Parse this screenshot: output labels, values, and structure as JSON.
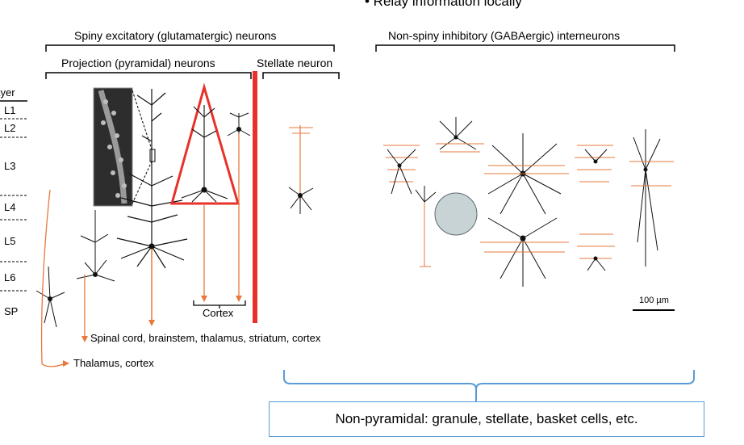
{
  "top_bullet": "• Relay information locally",
  "headers": {
    "spiny": "Spiny excitatory (glutamatergic) neurons",
    "projection": "Projection (pyramidal) neurons",
    "stellate": "Stellate neuron",
    "nonspiny": "Non-spiny inhibitory (GABAergic) interneurons"
  },
  "layers": {
    "title": "Layer",
    "items": [
      "L1",
      "L2",
      "L3",
      "L4",
      "L5",
      "L6",
      "SP"
    ]
  },
  "targets": {
    "cortex": "Cortex",
    "spinal": "Spinal cord, brainstem, thalamus, striatum, cortex",
    "thalamus": "Thalamus, cortex"
  },
  "scale_bar": "100 µm",
  "summary_box": "Non-pyramidal: granule, stellate, basket cells, etc.",
  "colors": {
    "accent_red": "#e8312a",
    "axon_orange": "#e8783c",
    "bracket_blue": "#5b9bd5"
  }
}
